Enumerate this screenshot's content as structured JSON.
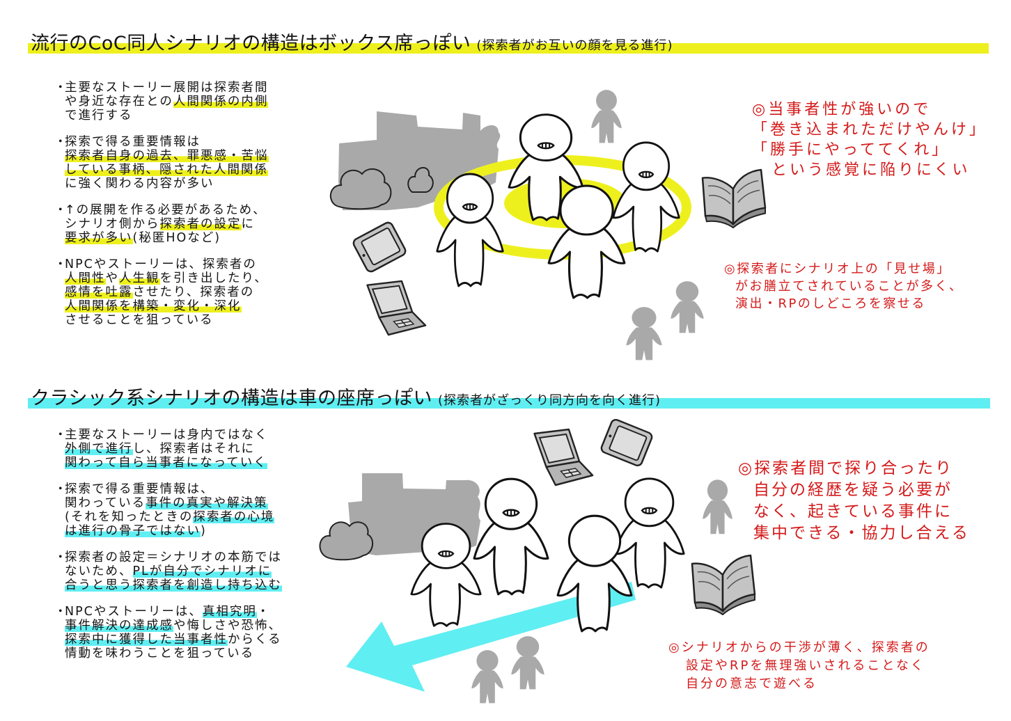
{
  "bullet_glyph": "・",
  "note_color": "#d41a1a",
  "sections": [
    {
      "title": "流行のCoC同人シナリオの構造はボックス席っぽい",
      "subtitle": "(探索者がお互いの顔を見る進行)",
      "accent_color": "#eef01e",
      "bullets": [
        {
          "lines": [
            [
              {
                "text": "主要なストーリー展開は探索者間"
              }
            ],
            [
              {
                "text": "や身近な存在との"
              },
              {
                "text": "人間関係の内側",
                "marked": true
              }
            ],
            [
              {
                "text": "で進行する"
              }
            ]
          ]
        },
        {
          "lines": [
            [
              {
                "text": "探索で得る重要情報は"
              }
            ],
            [
              {
                "text": "探索者自身の過去、罪悪感・苦悩",
                "marked": true
              }
            ],
            [
              {
                "text": "している事柄、隠された人間関係",
                "marked": true
              }
            ],
            [
              {
                "text": "に強く関わる内容が多い"
              }
            ]
          ]
        },
        {
          "lines": [
            [
              {
                "text": "↑の展開を作る必要があるため、"
              }
            ],
            [
              {
                "text": "シナリオ側から"
              },
              {
                "text": "探索者の設定",
                "marked": true
              },
              {
                "text": "に"
              }
            ],
            [
              {
                "text": "要求が多い",
                "marked": true
              },
              {
                "text": "(秘匿HOなど)"
              }
            ]
          ]
        },
        {
          "lines": [
            [
              {
                "text": "NPCやストーリーは、探索者の"
              }
            ],
            [
              {
                "text": "人間性",
                "marked": true
              },
              {
                "text": "や"
              },
              {
                "text": "人生観",
                "marked": true
              },
              {
                "text": "を引き出したり、"
              }
            ],
            [
              {
                "text": "感情を吐露",
                "marked": true
              },
              {
                "text": "させたり、探索者の"
              }
            ],
            [
              {
                "text": "人間関係を構築・変化・深化",
                "marked": true
              }
            ],
            [
              {
                "text": "させることを狙っている"
              }
            ]
          ]
        }
      ],
      "notes": [
        {
          "lines": [
            "◎当事者性が強いので",
            "「巻き込まれただけやんけ」",
            "「勝手にやっててくれ」",
            "という感覚に陥りにくい"
          ]
        },
        {
          "lines": [
            "◎探索者にシナリオ上の「見せ場」",
            "がお膳立てされていることが多く、",
            "演出・RPのしどころを察せる"
          ]
        }
      ]
    },
    {
      "title": "クラシック系シナリオの構造は車の座席っぽい",
      "subtitle": "(探索者がざっくり同方向を向く進行)",
      "accent_color": "#5feef2",
      "bullets": [
        {
          "lines": [
            [
              {
                "text": "主要なストーリーは身内ではなく"
              }
            ],
            [
              {
                "text": "外側で進行",
                "marked": true
              },
              {
                "text": "し、探索者はそれに"
              }
            ],
            [
              {
                "text": "関わって自ら当事者になっていく",
                "marked": true
              }
            ]
          ]
        },
        {
          "lines": [
            [
              {
                "text": "探索で得る重要情報は、"
              }
            ],
            [
              {
                "text": "関わっている"
              },
              {
                "text": "事件の真実や解決策",
                "marked": true
              }
            ],
            [
              {
                "text": "(それを知ったときの"
              },
              {
                "text": "探索者の心境",
                "marked": true
              }
            ],
            [
              {
                "text": "は進行の骨子ではない",
                "marked": true
              },
              {
                "text": ")"
              }
            ]
          ]
        },
        {
          "lines": [
            [
              {
                "text": "探索者の設定＝シナリオの本筋では"
              }
            ],
            [
              {
                "text": "ないため、"
              },
              {
                "text": "PLが自分でシナリオに",
                "marked": true
              }
            ],
            [
              {
                "text": "合うと思う探索者を創造し持ち込む",
                "marked": true
              }
            ]
          ]
        },
        {
          "lines": [
            [
              {
                "text": "NPCやストーリーは、"
              },
              {
                "text": "真相究明",
                "marked": true
              },
              {
                "text": "・"
              }
            ],
            [
              {
                "text": "事件解決の達成感",
                "marked": true
              },
              {
                "text": "や悔しさや恐怖、"
              }
            ],
            [
              {
                "text": "探索中に獲得した当事者性",
                "marked": true
              },
              {
                "text": "からくる"
              }
            ],
            [
              {
                "text": "情動を味わうことを狙っている"
              }
            ]
          ]
        }
      ],
      "notes": [
        {
          "lines": [
            "◎探索者間で探り合ったり",
            "自分の経歴を疑う必要が",
            "なく、起きている事件に",
            "集中できる・協力し合える"
          ]
        },
        {
          "lines": [
            "◎シナリオからの干渉が薄く、探索者の",
            "設定やRPを無理強いされることなく",
            "自分の意志で遊べる"
          ]
        }
      ]
    }
  ]
}
